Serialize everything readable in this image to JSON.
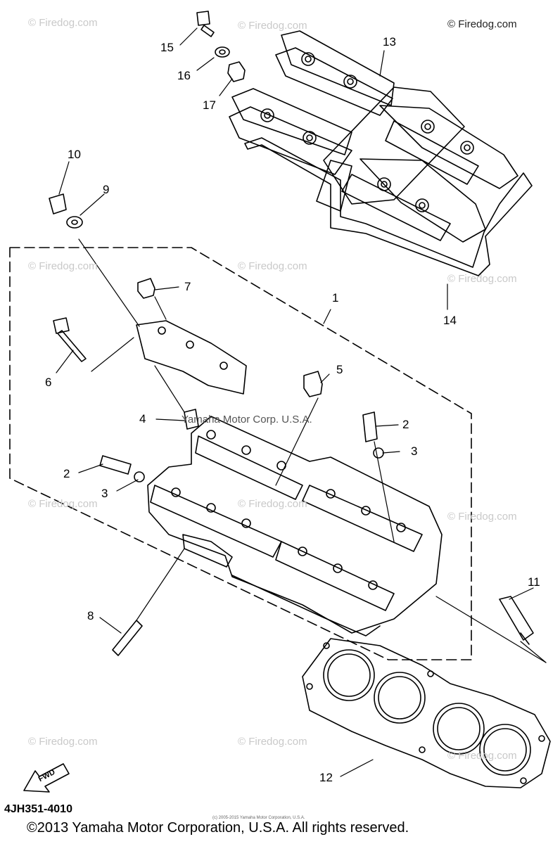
{
  "watermarks": {
    "site": "© Firedog.com",
    "site_plain": "Firedog.com",
    "corp": "Yamaha Motor Corp. U.S.A."
  },
  "callouts": {
    "n1": "1",
    "n2a": "2",
    "n2b": "2",
    "n3a": "3",
    "n3b": "3",
    "n4": "4",
    "n5": "5",
    "n6": "6",
    "n7": "7",
    "n8": "8",
    "n9": "9",
    "n10": "10",
    "n11": "11",
    "n12": "12",
    "n13": "13",
    "n14": "14",
    "n15": "15",
    "n16": "16",
    "n17": "17"
  },
  "fwd_label": "FWD",
  "part_number": "4JH351-4010",
  "copyright": "©2013 Yamaha Motor Corporation, U.S.A. All rights reserved.",
  "tiny_notice": "(c) 2005-2015 Yamaha Motor Corporation, U.S.A."
}
